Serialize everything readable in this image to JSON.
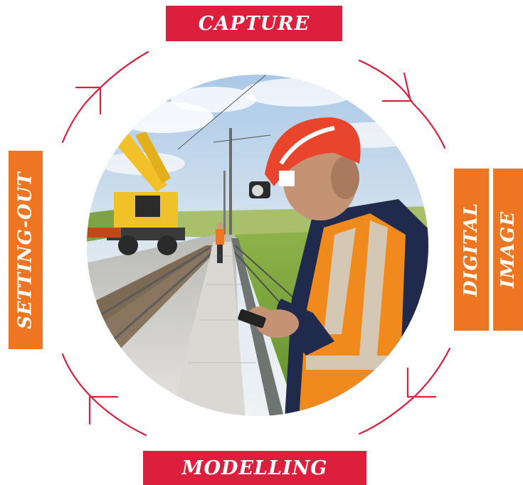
{
  "stages": {
    "capture": "CAPTURE",
    "digital": "DIGITAL",
    "image": "IMAGE",
    "modelling": "MODELLING",
    "setting_out": "SETTING-OUT"
  },
  "photo": {
    "subject": "railway-worker-with-phone"
  },
  "colors": {
    "red": "#dc1f3d",
    "orange": "#ee7623",
    "arrow": "#d8203f"
  }
}
